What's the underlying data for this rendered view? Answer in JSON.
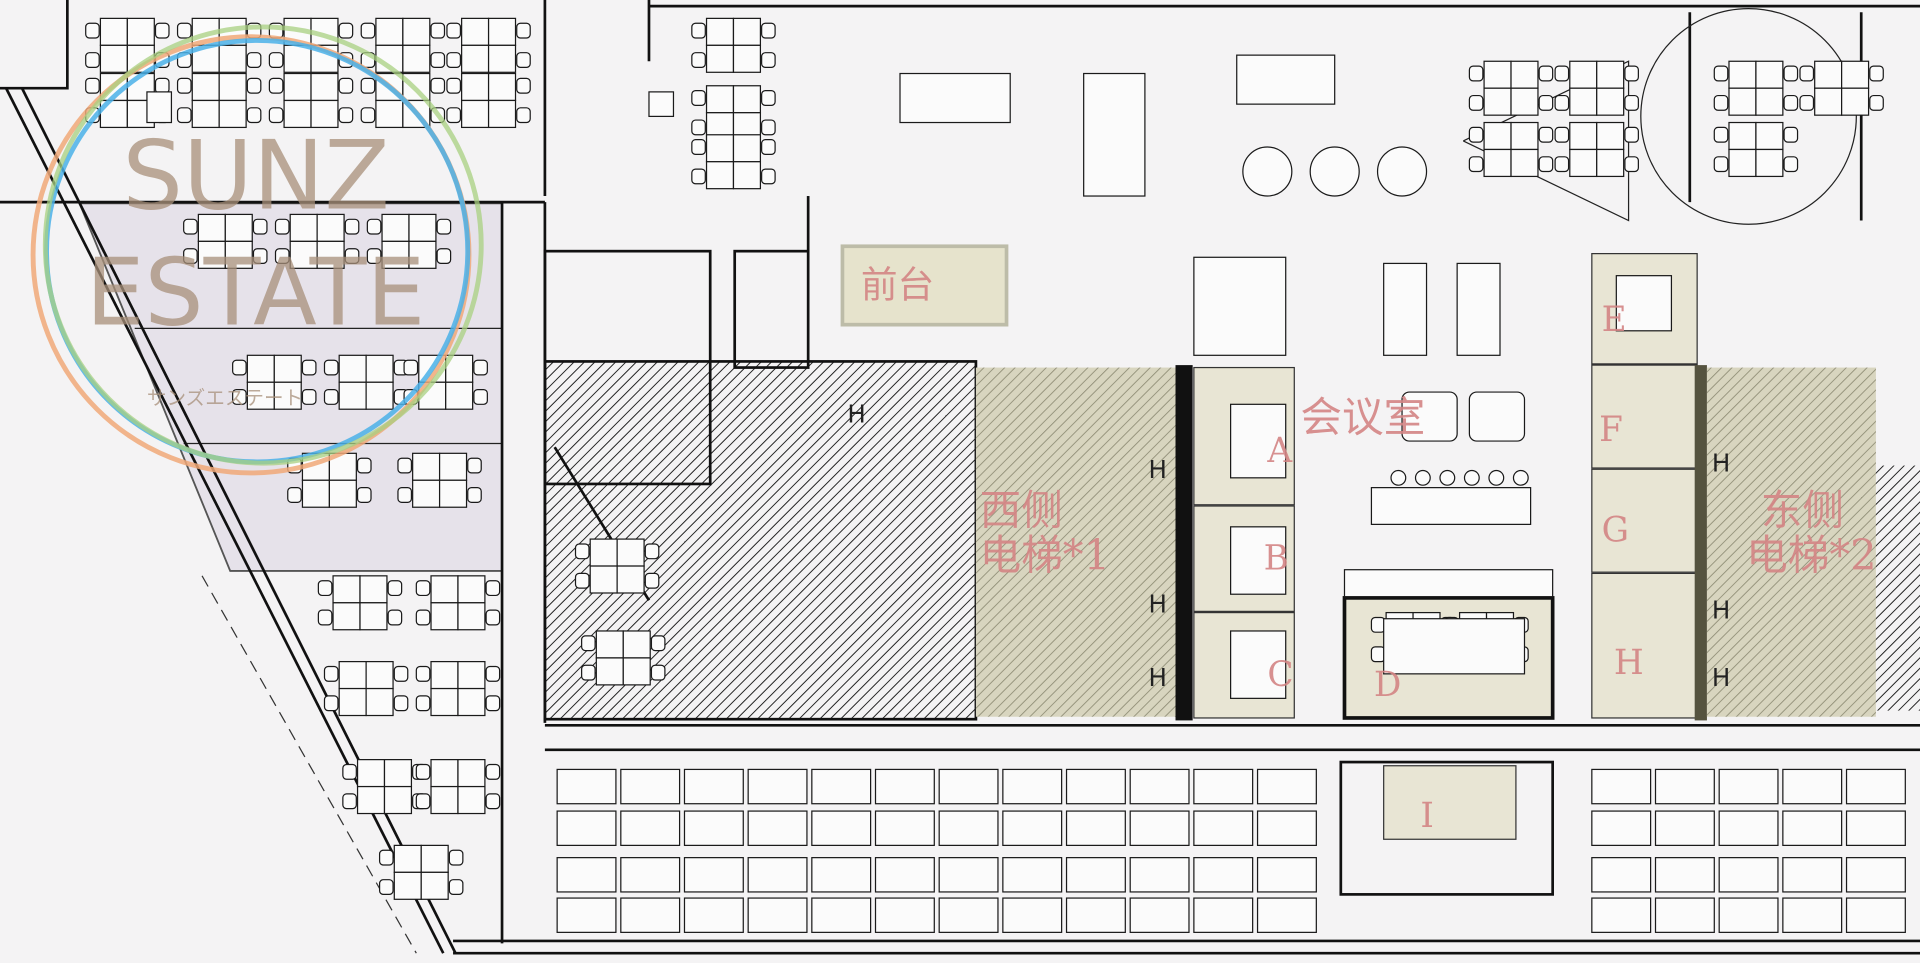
{
  "watermark": {
    "line1": "SUNZ",
    "line2": "ESTATE",
    "sub": "サンズエステート",
    "ring_colors": [
      "#f0a878",
      "#4ab0e8",
      "#a8d080"
    ]
  },
  "labels": {
    "reception": "前台",
    "meeting_area": "会议室",
    "west_elevator_1": "西侧",
    "west_elevator_2": "电梯*1",
    "east_elevator_1": "东侧",
    "east_elevator_2": "电梯*2",
    "room_a": "A",
    "room_b": "B",
    "room_c": "C",
    "room_d": "D",
    "room_e": "E",
    "room_f": "F",
    "room_g": "G",
    "room_h": "H",
    "room_i": "I",
    "elevator_mark": "H"
  },
  "colors": {
    "label": "#d48585",
    "room_fill": "#e8e5d4",
    "elevator_fill": "#d8d5bf",
    "office_fill": "#e6e2ea"
  }
}
